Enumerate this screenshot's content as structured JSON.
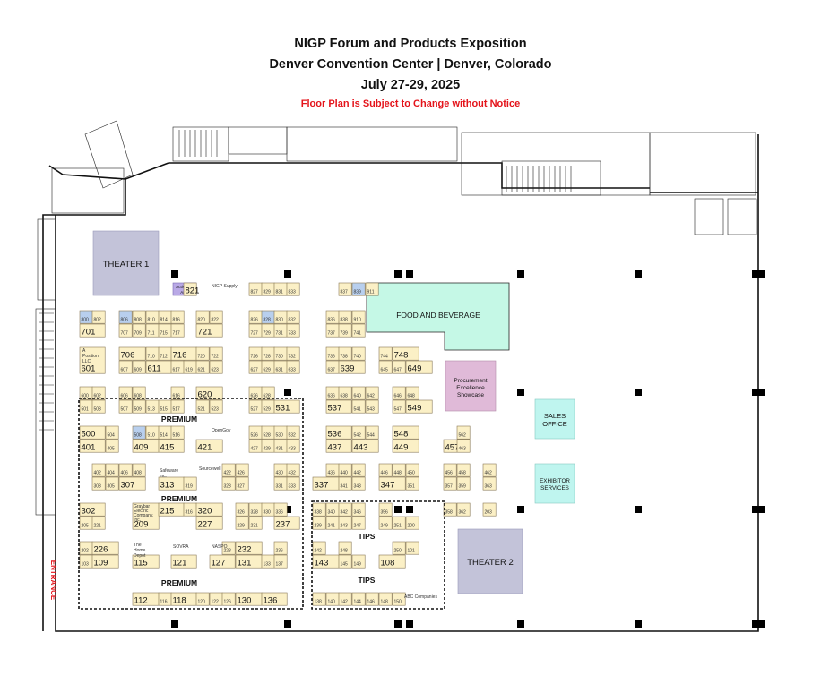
{
  "header": {
    "title": "NIGP Forum and Products Exposition",
    "venue": "Denver Convention Center | Denver, Colorado",
    "dates": "July 27-29, 2025",
    "notice": "Floor Plan is Subject to Change without Notice"
  },
  "areas": {
    "theater1": "THEATER 1",
    "theater2": "THEATER 2",
    "food": "FOOD AND BEVERAGE",
    "procurement": [
      "Procurement",
      "Excellence",
      "Showcase"
    ],
    "sales": [
      "SALES",
      "OFFICE"
    ],
    "exhibitor": [
      "EXHIBITOR",
      "SERVICES"
    ],
    "activation": [
      "Activation",
      "Area"
    ],
    "entrance": "ENTRANCE"
  },
  "zones": {
    "premium": "PREMIUM",
    "tips": "TIPS"
  },
  "colors": {
    "booth": "#fbf0c6",
    "booth_highlight": "#b8cfee",
    "theater": "#c3c3d9",
    "food": "#c5f8e6",
    "procurement": "#e0bad8",
    "service": "#bff5ef",
    "activation": "#b9a9e6",
    "notice": "#e4141b"
  },
  "booths": [
    {
      "n": "821"
    },
    {
      "n": "827"
    },
    {
      "n": "829"
    },
    {
      "n": "831"
    },
    {
      "n": "833"
    },
    {
      "n": "837"
    },
    {
      "n": "839"
    },
    {
      "n": "911"
    },
    {
      "n": "800"
    },
    {
      "n": "802"
    },
    {
      "n": "806"
    },
    {
      "n": "808"
    },
    {
      "n": "810"
    },
    {
      "n": "814"
    },
    {
      "n": "816"
    },
    {
      "n": "820"
    },
    {
      "n": "822"
    },
    {
      "n": "826"
    },
    {
      "n": "828"
    },
    {
      "n": "830"
    },
    {
      "n": "832"
    },
    {
      "n": "836"
    },
    {
      "n": "838"
    },
    {
      "n": "910"
    },
    {
      "n": "701"
    },
    {
      "n": "707"
    },
    {
      "n": "709"
    },
    {
      "n": "711"
    },
    {
      "n": "715"
    },
    {
      "n": "717"
    },
    {
      "n": "721"
    },
    {
      "n": "727"
    },
    {
      "n": "729"
    },
    {
      "n": "731"
    },
    {
      "n": "733"
    },
    {
      "n": "737"
    },
    {
      "n": "739"
    },
    {
      "n": "741"
    },
    {
      "n": "601"
    },
    {
      "n": "706"
    },
    {
      "n": "710"
    },
    {
      "n": "712"
    },
    {
      "n": "716"
    },
    {
      "n": "720"
    },
    {
      "n": "722"
    },
    {
      "n": "726"
    },
    {
      "n": "728"
    },
    {
      "n": "730"
    },
    {
      "n": "732"
    },
    {
      "n": "736"
    },
    {
      "n": "738"
    },
    {
      "n": "740"
    },
    {
      "n": "744"
    },
    {
      "n": "748"
    },
    {
      "n": "607"
    },
    {
      "n": "609"
    },
    {
      "n": "611"
    },
    {
      "n": "617"
    },
    {
      "n": "619"
    },
    {
      "n": "621"
    },
    {
      "n": "623"
    },
    {
      "n": "627"
    },
    {
      "n": "629"
    },
    {
      "n": "631"
    },
    {
      "n": "633"
    },
    {
      "n": "637"
    },
    {
      "n": "639"
    },
    {
      "n": "645"
    },
    {
      "n": "647"
    },
    {
      "n": "649"
    },
    {
      "n": "600"
    },
    {
      "n": "602"
    },
    {
      "n": "606"
    },
    {
      "n": "608"
    },
    {
      "n": "616"
    },
    {
      "n": "620"
    },
    {
      "n": "626"
    },
    {
      "n": "628"
    },
    {
      "n": "636"
    },
    {
      "n": "638"
    },
    {
      "n": "640"
    },
    {
      "n": "642"
    },
    {
      "n": "646"
    },
    {
      "n": "648"
    },
    {
      "n": "501"
    },
    {
      "n": "503"
    },
    {
      "n": "507"
    },
    {
      "n": "509"
    },
    {
      "n": "513"
    },
    {
      "n": "515"
    },
    {
      "n": "517"
    },
    {
      "n": "521"
    },
    {
      "n": "523"
    },
    {
      "n": "527"
    },
    {
      "n": "529"
    },
    {
      "n": "531"
    },
    {
      "n": "537"
    },
    {
      "n": "541"
    },
    {
      "n": "543"
    },
    {
      "n": "547"
    },
    {
      "n": "549"
    },
    {
      "n": "500"
    },
    {
      "n": "504"
    },
    {
      "n": "508"
    },
    {
      "n": "510"
    },
    {
      "n": "514"
    },
    {
      "n": "516"
    },
    {
      "n": "526"
    },
    {
      "n": "528"
    },
    {
      "n": "530"
    },
    {
      "n": "532"
    },
    {
      "n": "536"
    },
    {
      "n": "542"
    },
    {
      "n": "544"
    },
    {
      "n": "548"
    },
    {
      "n": "562"
    },
    {
      "n": "401"
    },
    {
      "n": "405"
    },
    {
      "n": "409"
    },
    {
      "n": "415"
    },
    {
      "n": "421"
    },
    {
      "n": "427"
    },
    {
      "n": "429"
    },
    {
      "n": "431"
    },
    {
      "n": "433"
    },
    {
      "n": "437"
    },
    {
      "n": "443"
    },
    {
      "n": "449"
    },
    {
      "n": "457"
    },
    {
      "n": "463"
    },
    {
      "n": "402"
    },
    {
      "n": "404"
    },
    {
      "n": "406"
    },
    {
      "n": "408"
    },
    {
      "n": "422"
    },
    {
      "n": "426"
    },
    {
      "n": "430"
    },
    {
      "n": "432"
    },
    {
      "n": "436"
    },
    {
      "n": "440"
    },
    {
      "n": "442"
    },
    {
      "n": "446"
    },
    {
      "n": "448"
    },
    {
      "n": "450"
    },
    {
      "n": "456"
    },
    {
      "n": "458"
    },
    {
      "n": "462"
    },
    {
      "n": "303"
    },
    {
      "n": "305"
    },
    {
      "n": "307"
    },
    {
      "n": "313"
    },
    {
      "n": "319"
    },
    {
      "n": "323"
    },
    {
      "n": "327"
    },
    {
      "n": "331"
    },
    {
      "n": "333"
    },
    {
      "n": "337"
    },
    {
      "n": "341"
    },
    {
      "n": "343"
    },
    {
      "n": "347"
    },
    {
      "n": "351"
    },
    {
      "n": "357"
    },
    {
      "n": "359"
    },
    {
      "n": "363"
    },
    {
      "n": "302"
    },
    {
      "n": "209"
    },
    {
      "n": "215"
    },
    {
      "n": "316"
    },
    {
      "n": "320"
    },
    {
      "n": "326"
    },
    {
      "n": "328"
    },
    {
      "n": "330"
    },
    {
      "n": "336"
    },
    {
      "n": "338"
    },
    {
      "n": "340"
    },
    {
      "n": "342"
    },
    {
      "n": "346"
    },
    {
      "n": "356"
    },
    {
      "n": "358"
    },
    {
      "n": "362"
    },
    {
      "n": "203"
    },
    {
      "n": "205"
    },
    {
      "n": "221"
    },
    {
      "n": "227"
    },
    {
      "n": "229"
    },
    {
      "n": "231"
    },
    {
      "n": "237"
    },
    {
      "n": "239"
    },
    {
      "n": "241"
    },
    {
      "n": "243"
    },
    {
      "n": "247"
    },
    {
      "n": "249"
    },
    {
      "n": "251"
    },
    {
      "n": "200"
    },
    {
      "n": "202"
    },
    {
      "n": "226"
    },
    {
      "n": "228"
    },
    {
      "n": "232"
    },
    {
      "n": "236"
    },
    {
      "n": "242"
    },
    {
      "n": "248"
    },
    {
      "n": "250"
    },
    {
      "n": "101"
    },
    {
      "n": "103"
    },
    {
      "n": "109"
    },
    {
      "n": "115"
    },
    {
      "n": "121"
    },
    {
      "n": "127"
    },
    {
      "n": "131"
    },
    {
      "n": "133"
    },
    {
      "n": "137"
    },
    {
      "n": "143"
    },
    {
      "n": "145"
    },
    {
      "n": "149"
    },
    {
      "n": "108"
    },
    {
      "n": "112"
    },
    {
      "n": "116"
    },
    {
      "n": "118"
    },
    {
      "n": "120"
    },
    {
      "n": "122"
    },
    {
      "n": "126"
    },
    {
      "n": "130"
    },
    {
      "n": "136"
    },
    {
      "n": "138"
    },
    {
      "n": "140"
    },
    {
      "n": "142"
    },
    {
      "n": "144"
    },
    {
      "n": "146"
    },
    {
      "n": "148"
    },
    {
      "n": "150"
    }
  ],
  "booth_labels": {
    "nigp_supply": "NIGP Supply",
    "opengov": "OpenGov",
    "safeware": [
      "Safeware",
      "Inc."
    ],
    "sourcewell": "Sourcewell",
    "graybar": [
      "Graybar",
      "Electric",
      "Company,",
      "Inc."
    ],
    "the_home": [
      "The",
      "Home",
      "Depot"
    ],
    "sovra": "SOVRA",
    "naspo": "NASPO",
    "a_position": [
      "A",
      "Position",
      "LLC"
    ],
    "abc_companies": "ABC Companies"
  }
}
